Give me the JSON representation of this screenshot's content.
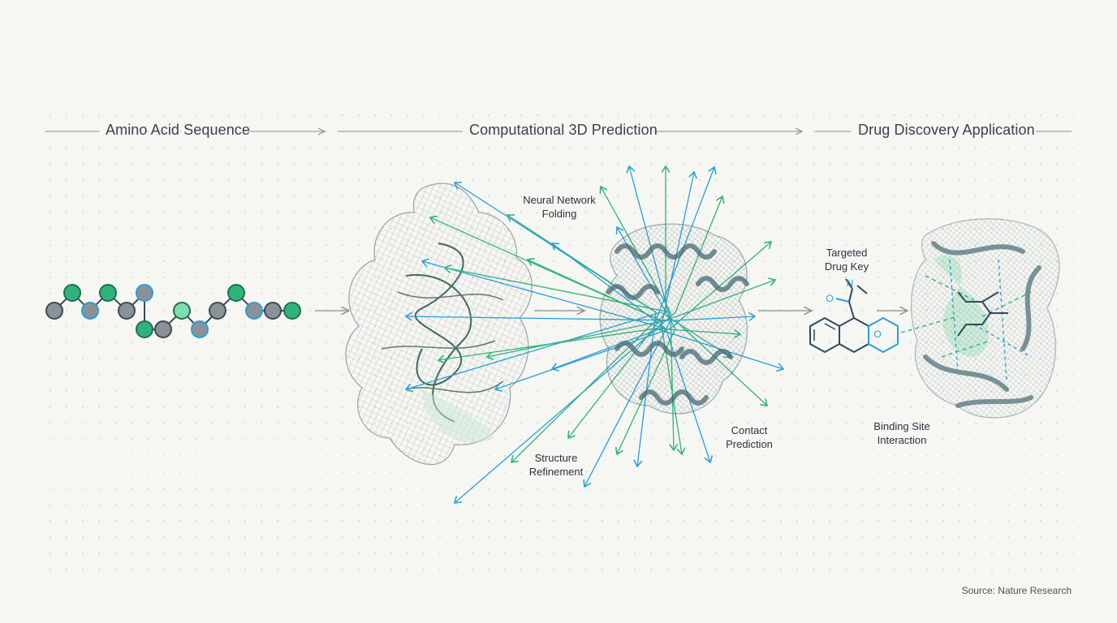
{
  "stages": [
    {
      "label": "Amino Acid Sequence"
    },
    {
      "label": "Computational 3D Prediction"
    },
    {
      "label": "Drug Discovery Application"
    }
  ],
  "annotations": {
    "neural_network": [
      "Neural Network",
      "Folding"
    ],
    "structure_refinement": [
      "Structure",
      "Refinement"
    ],
    "contact_prediction": [
      "Contact",
      "Prediction"
    ],
    "drug_key": [
      "Targeted",
      "Drug Key"
    ],
    "binding_site": [
      "Binding Site",
      "Interaction"
    ]
  },
  "molecule_atoms": {
    "nitrogen": "N",
    "oxygen_carbonyl": "O",
    "oxygen_ring": "O"
  },
  "source": "Source: Nature Research",
  "colors": {
    "background": "#f6f6f2",
    "green": "#2fb37a",
    "blue": "#2a9fd8",
    "slate": "#5b6b78",
    "node_gray": "#8a9298",
    "dark_outline": "#2f4a5e"
  }
}
